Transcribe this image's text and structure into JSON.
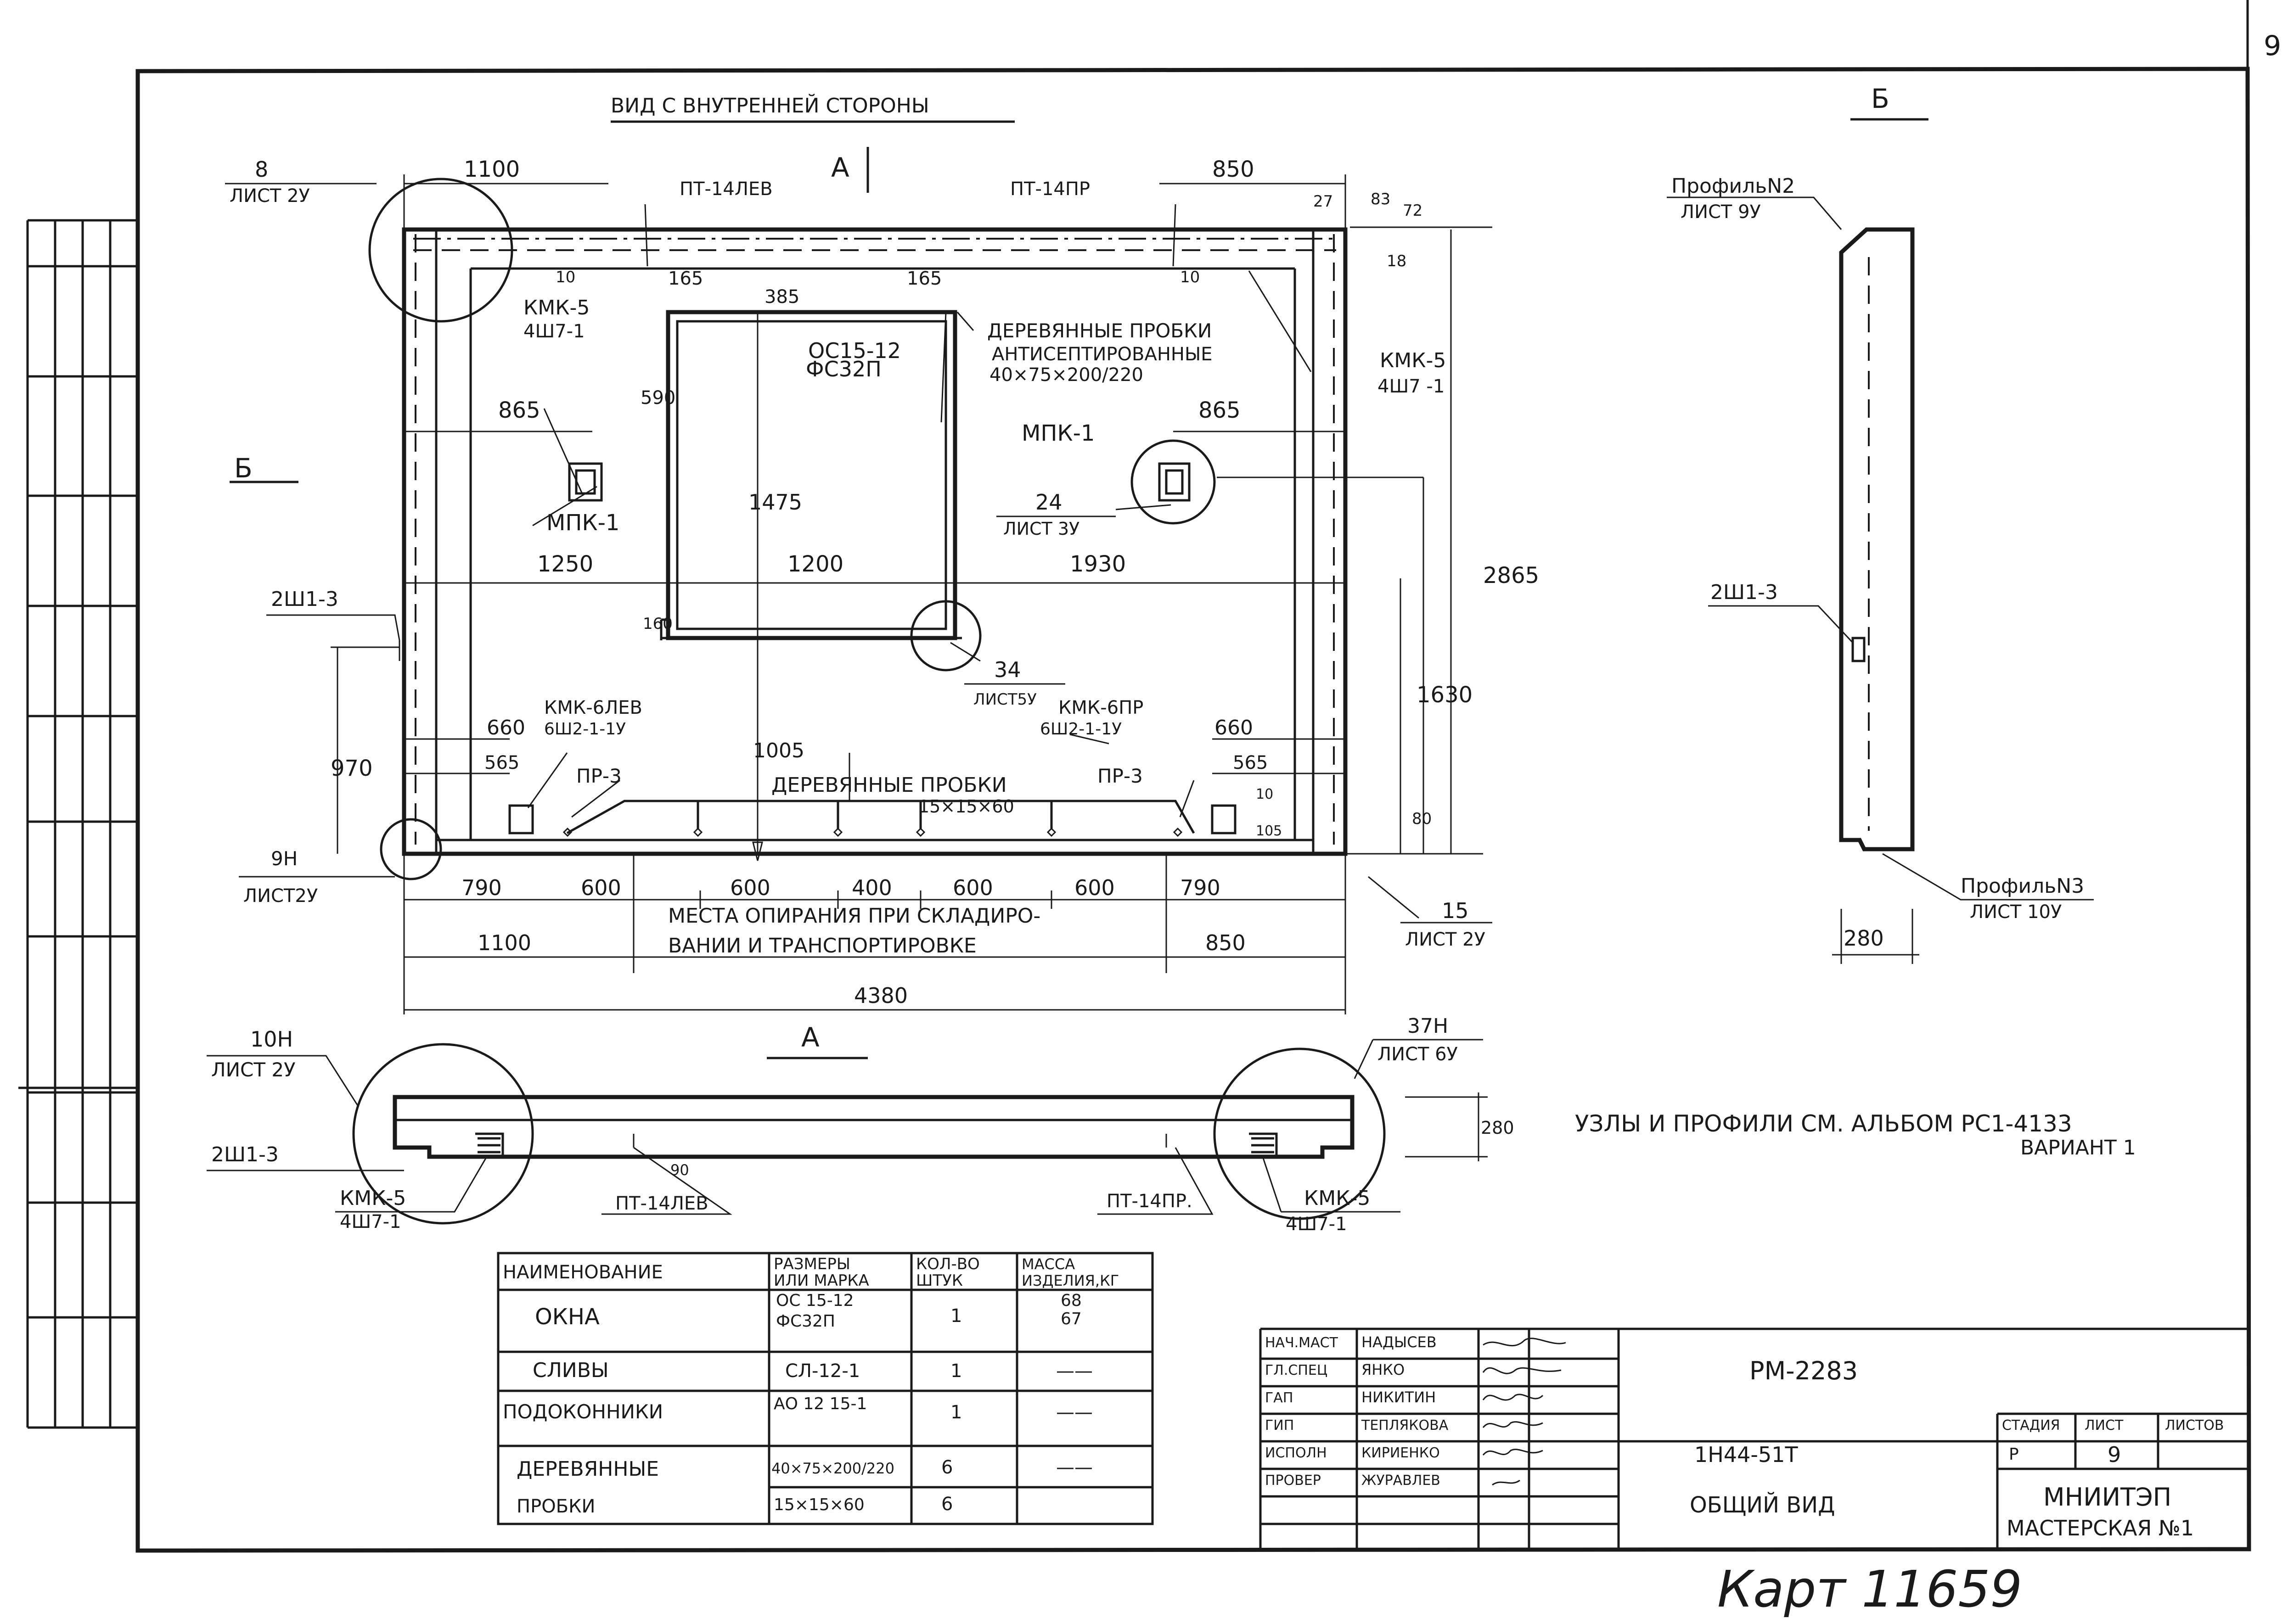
{
  "page_number": "9",
  "view_titles": {
    "inner": "ВИД  С  ВНУТРЕННЕЙ   СТОРОНЫ",
    "b": "Б",
    "a": "А",
    "section_a": "А",
    "section_b": "Б"
  },
  "dims": {
    "d1100": "1100",
    "d850": "850",
    "d27": "27",
    "d83": "83",
    "d72": "72",
    "d18": "18",
    "d10a": "10",
    "d10b": "10",
    "d165a": "165",
    "d165b": "165",
    "d385": "385",
    "d590": "590",
    "d865a": "865",
    "d865b": "865",
    "d1475": "1475",
    "d2865": "2865",
    "d1250": "1250",
    "d1200": "1200",
    "d1930": "1930",
    "d160": "160",
    "d1630": "1630",
    "d970": "970",
    "d660a": "660",
    "d660b": "660",
    "d565a": "565",
    "d565b": "565",
    "d1005": "1005",
    "d80": "80",
    "d105": "105",
    "d10c": "10",
    "b790a": "790",
    "b600a": "600",
    "b600b": "600",
    "b400": "400",
    "b600c": "600",
    "b600d": "600",
    "b790b": "790",
    "b1100": "1100",
    "b850": "850",
    "b4380": "4380",
    "d280a": "280",
    "d280b": "280",
    "d90": "90"
  },
  "labels": {
    "pt14lev": "ПТ-14ЛЕВ",
    "pt14pr": "ПТ-14ПР",
    "kmk5_l": "КМК-5",
    "kmk5_l_sub": "4Ш7-1",
    "kmk5_r": "КМК-5",
    "kmk5_r_sub": "4Ш7 -1",
    "wood_plugs": "ДЕРЕВЯННЫЕ  ПРОБКИ",
    "wood_plugs_2": "АНТИСЕПТИРОВАННЫЕ",
    "wood_plugs_3": "40×75×200/220",
    "oc": "ОС15-12",
    "fc": "ФС32П",
    "mpk1_l": "МПК-1",
    "mpk1_r": "МПК-1",
    "ref24": "24",
    "ref24_sheet": "ЛИСТ 3У",
    "ref8": "8",
    "ref8_sheet": "ЛИСТ 2У",
    "ref34": "34",
    "ref34_sheet": "ЛИСТ5У",
    "ref9n": "9Н",
    "ref9n_sheet": "ЛИСТ2У",
    "ref15": "15",
    "ref15_sheet": "ЛИСТ 2У",
    "sh1_3": "2Ш1-3",
    "kmk6lev": "КМК-6ЛЕВ",
    "kmk6lev_sub": "6Ш2-1-1У",
    "kmk6pr": "КМК-6ПР",
    "kmk6pr_sub": "6Ш2-1-1У",
    "pr3a": "ПР-3",
    "pr3b": "ПР-3",
    "wood_plugs_b": "ДЕРЕВЯННЫЕ  ПРОБКИ",
    "wood_plugs_b2": "15×15×60",
    "support1": "МЕСТА  ОПИРАНИЯ  ПРИ  СКЛАДИРО-",
    "support2": "ВАНИИ  И  ТРАНСПОРТИРОВКЕ",
    "profile2": "ПрофильN2",
    "profile2_sheet": "ЛИСТ 9У",
    "profile3": "ПрофильN3",
    "profile3_sheet": "ЛИСТ 10У",
    "sh1_3_b": "2Ш1-3",
    "ref10n": "10Н",
    "ref10n_sheet": "ЛИСТ 2У",
    "ref37n": "37Н",
    "ref37n_sheet": "ЛИСТ 6У",
    "sh1_3_a": "2Ш1-3",
    "kmk5_a_l": "КМК-5",
    "kmk5_a_l_sub": "4Ш7-1",
    "kmk5_a_r": "КМК-5",
    "kmk5_a_r_sub": "4Ш7-1",
    "pt14lev_a": "ПТ-14ЛЕВ",
    "pt14pr_a": "ПТ-14ПР.",
    "nodes": "УЗЛЫ И ПРОФИЛИ   СМ. АЛЬБОМ РС1-4133",
    "variant": "ВАРИАНТ 1"
  },
  "spec_table": {
    "headers": [
      "НАИМЕНОВАНИЕ",
      "РАЗМЕРЫ\nИЛИ МАРКА",
      "КОЛ-ВО\nШТУК",
      "МАССА\nИЗДЕЛИЯ,КГ"
    ],
    "rows": [
      {
        "name": "ОКНА",
        "mark": "ОС 15-12",
        "mark2": "ФС32П",
        "qty": "1",
        "mass": "68",
        "mass2": "67"
      },
      {
        "name": "СЛИВЫ",
        "mark": "СЛ-12-1",
        "mark2": "",
        "qty": "1",
        "mass": "——",
        "mass2": ""
      },
      {
        "name": "ПОДОКОННИКИ",
        "mark": "АО 12 15-1",
        "mark2": "",
        "qty": "1",
        "mass": "——",
        "mass2": ""
      },
      {
        "name": "ДЕРЕВЯННЫЕ",
        "mark": "40×75×200/220",
        "mark2": "",
        "qty": "6",
        "mass": "——",
        "mass2": ""
      },
      {
        "name": "ПРОБКИ",
        "mark": "15×15×60",
        "mark2": "",
        "qty": "6",
        "mass": "",
        "mass2": ""
      }
    ]
  },
  "title_block": {
    "roles": [
      "НАЧ.МАСТ",
      "ГЛ.СПЕЦ",
      "ГАП",
      "ГИП",
      "ИСПОЛН",
      "ПРОВЕР"
    ],
    "names": [
      "НАДЫСЕВ",
      "ЯНКО",
      "НИКИТИН",
      "ТЕПЛЯКОВА",
      "КИРИЕНКО",
      "ЖУРАВЛЕВ"
    ],
    "doc_code": "РМ-2283",
    "panel": "1Н44-51Т",
    "sheet_title": "ОБЩИЙ ВИД",
    "stage_h": "СТАДИЯ",
    "sheet_h": "ЛИСТ",
    "sheets_h": "ЛИСТОВ",
    "stage": "Р",
    "sheet": "9",
    "org": "МНИИТЭП",
    "workshop": "МАСТЕРСКАЯ №1"
  },
  "archive": "Карт 11659"
}
